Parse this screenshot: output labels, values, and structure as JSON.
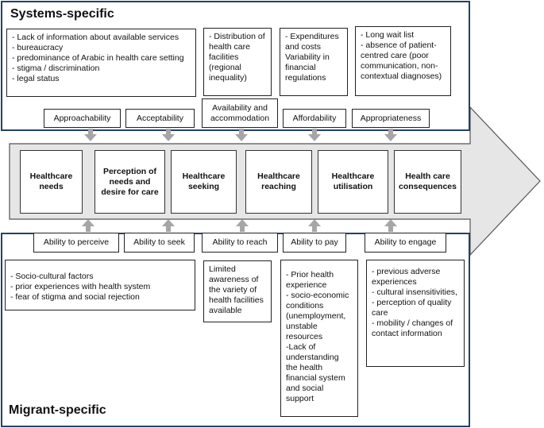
{
  "systems": {
    "title": "Systems-specific",
    "details": [
      "- Lack of information about available services\n- bureaucracy\n- predominance of Arabic in health care setting\n- stigma / discrimination\n- legal status",
      "- Distribution of health care facilities (regional inequality)",
      "- Expenditures and costs\nVariability in financial regulations",
      "- Long wait list\n- absence of patient-centred care (poor communication, non-contextual diagnoses)"
    ],
    "dimensions": [
      "Approachability",
      "Acceptability",
      "Availability and accommodation",
      "Affordability",
      "Appropriateness"
    ]
  },
  "stages": [
    "Healthcare needs",
    "Perception of needs and desire for care",
    "Healthcare seeking",
    "Healthcare reaching",
    "Healthcare utilisation",
    "Health care consequences"
  ],
  "migrant": {
    "title": "Migrant-specific",
    "abilities": [
      "Ability to perceive",
      "Ability to seek",
      "Ability to reach",
      "Ability to pay",
      "Ability to engage"
    ],
    "details": [
      "- Socio-cultural factors\n- prior experiences with health system\n- fear of stigma and social rejection",
      "Limited awareness of the variety of health facilities available",
      "- Prior health experience\n- socio-economic conditions (unemployment, unstable resources\n-Lack of understanding the health financial system and social support",
      "- previous adverse experiences\n- cultural insensitivities,\n- perception of quality care\n- mobility / changes of contact information"
    ]
  },
  "colors": {
    "panel_border": "#24406a",
    "arrow_fill": "#e6e6e6",
    "connector": "#a6a6a6"
  }
}
